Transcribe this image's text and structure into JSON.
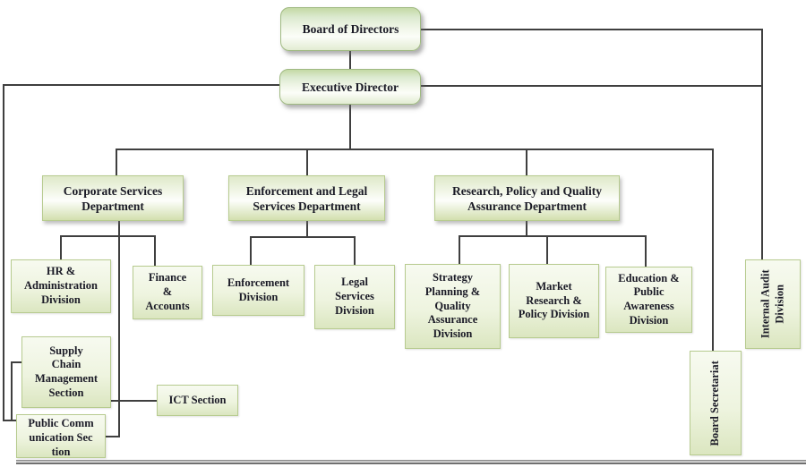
{
  "colors": {
    "connector": "#3f3f3f",
    "text": "#1a1a26",
    "node-border": "#b7cb8f",
    "rounded-border": "#9fb982",
    "node-fill-light": "#f7faf0",
    "node-fill-green": "#d2dfae",
    "page-background": "#ffffff"
  },
  "nodes": {
    "board": {
      "label": "Board of Directors"
    },
    "executive": {
      "label": "Executive Director"
    },
    "corporate": {
      "label": "Corporate Services Department"
    },
    "enforcement_legal": {
      "label": "Enforcement and Legal Services Department"
    },
    "research": {
      "label": "Research, Policy and Quality Assurance Department"
    },
    "hr": {
      "label": "HR & Administration Division"
    },
    "finance": {
      "label": "Finance & Accounts"
    },
    "enforcement_div": {
      "label": "Enforcement Division"
    },
    "legal": {
      "label": "Legal Services Division"
    },
    "strategy": {
      "label": "Strategy Planning & Quality Assurance Division"
    },
    "market": {
      "label": "Market Research & Policy Division"
    },
    "education": {
      "label": "Education & Public Awareness Division"
    },
    "internal_audit": {
      "label": "Internal Audit Division"
    },
    "board_secretariat": {
      "label": "Board Secretariat"
    },
    "supply_chain": {
      "label": "Supply Chain Management Section"
    },
    "ict": {
      "label": "ICT Section"
    },
    "public_comm": {
      "label": "Public Communication Section"
    }
  }
}
